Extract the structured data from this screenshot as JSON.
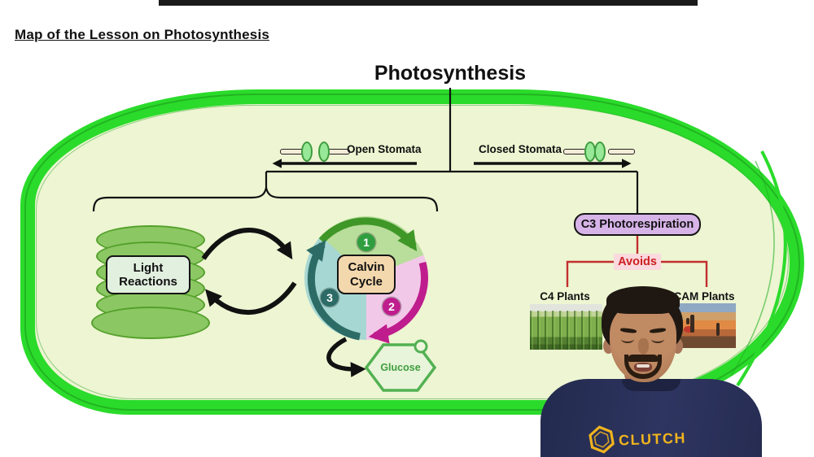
{
  "header": {
    "lesson_title": "Map of the Lesson on Photosynthesis"
  },
  "diagram": {
    "title": "Photosynthesis",
    "stomata": {
      "open_label": "Open Stomata",
      "closed_label": "Closed Stomata"
    },
    "light_reactions": {
      "label": "Light Reactions"
    },
    "calvin_cycle": {
      "name_line1": "Calvin",
      "name_line2": "Cycle",
      "step1": "1",
      "step2": "2",
      "step3": "3"
    },
    "glucose": {
      "label": "Glucose"
    },
    "photorespiration": {
      "title": "C3 Photorespiration",
      "relation": "Avoids",
      "left_plant": "C4 Plants",
      "right_plant": "CAM Plants"
    }
  },
  "presenter": {
    "shirt_brand": "CLUTCH"
  },
  "colors": {
    "membrane_green": "#2bdb2b",
    "cell_fill": "#edf5d2",
    "calvin_sector_green": "#b9dd9b",
    "calvin_sector_pink": "#f2c8e8",
    "calvin_sector_teal": "#a7d7d2",
    "arc_green": "#3f9727",
    "arc_magenta": "#bf1d8d",
    "arc_teal": "#2c6b66",
    "c3_box_purple": "#d7b4e8",
    "avoids_bg_pink": "#fbd9de",
    "avoids_red": "#cc2020",
    "connector_red": "#c22f2f",
    "shirt_navy": "#2b3158",
    "logo_yellow": "#f0b41e"
  },
  "icons": {
    "open_stomata_icon": "two guard cells with open pore",
    "closed_stomata_icon": "two guard cells with closed pore",
    "granum_stack_icon": "stack of thylakoid discs",
    "glucose_hexagon_icon": "hexagon sugar ring",
    "clutch_hexagon_icon": "hexagon brand logo"
  }
}
